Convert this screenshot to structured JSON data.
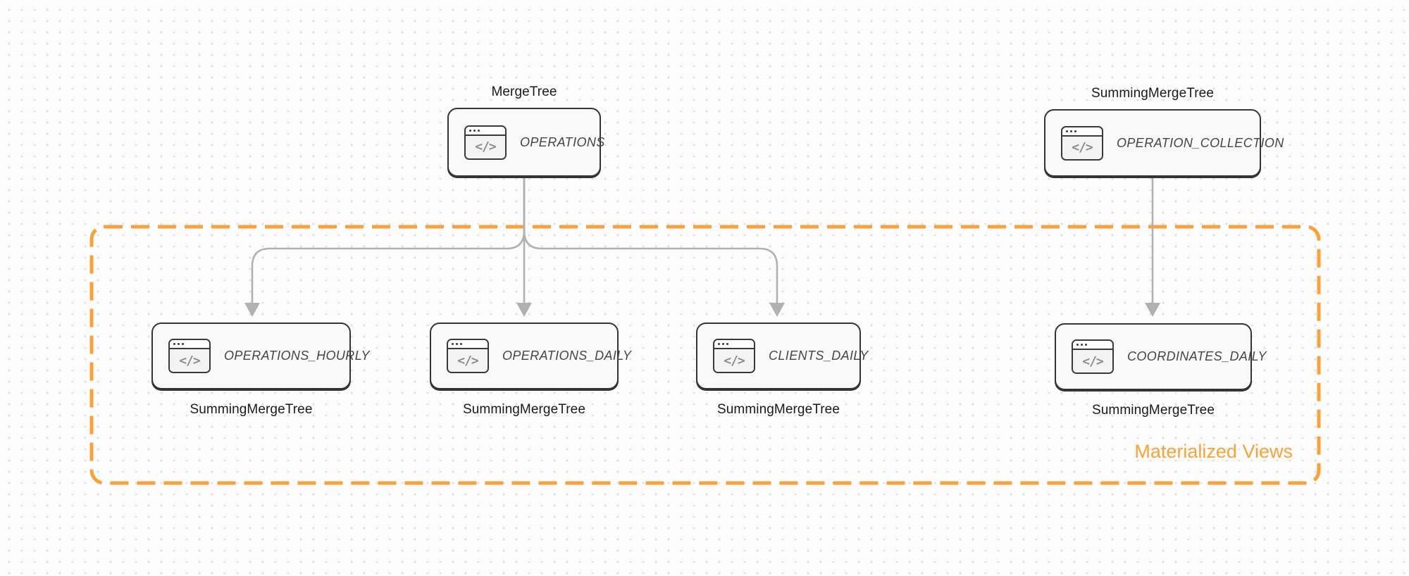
{
  "diagram": {
    "kind": "materialized-views-flow",
    "group_box": {
      "label": "Materialized Views"
    }
  },
  "colors": {
    "accent_orange": "#F9A23B",
    "arrow_gray": "#B1B1B3",
    "node_border": "#343438",
    "node_fill": "#F8F9F8",
    "title_text": "#454549",
    "label_text": "#1A1A1C"
  },
  "icon": {
    "name": "code-window-icon",
    "glyph": "</>"
  },
  "nodes": [
    {
      "title": "OPERATIONS",
      "engine": "MergeTree",
      "engine_position": "above"
    },
    {
      "title": "OPERATION_COLLECTION",
      "engine": "SummingMergeTree",
      "engine_position": "above"
    },
    {
      "title": "OPERATIONS_HOURLY",
      "engine": "SummingMergeTree",
      "engine_position": "below"
    },
    {
      "title": "OPERATIONS_DAILY",
      "engine": "SummingMergeTree",
      "engine_position": "below"
    },
    {
      "title": "CLIENTS_DAILY",
      "engine": "SummingMergeTree",
      "engine_position": "below"
    },
    {
      "title": "COORDINATES_DAILY",
      "engine": "SummingMergeTree",
      "engine_position": "below"
    }
  ]
}
